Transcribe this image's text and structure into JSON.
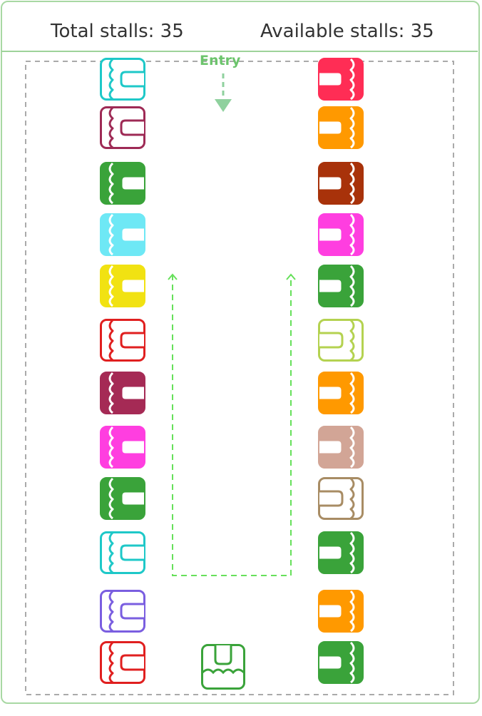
{
  "header": {
    "total_stalls_text": "Total stalls: 35",
    "available_stalls_text": "Available stalls: 35"
  },
  "map": {
    "entry_label": "Entry",
    "colors": {
      "boundary": "#aaaaaa",
      "walk_path": "#66e05a",
      "entry_arrow": "#8fd19e",
      "frame": "#a8d8a3"
    }
  },
  "stalls": {
    "left": [
      {
        "color": "#1ec8c8",
        "filled": false
      },
      {
        "color": "#9e2a55",
        "filled": false
      },
      {
        "color": "#3aa33a",
        "filled": true
      },
      {
        "color": "#6ee8f5",
        "filled": true
      },
      {
        "color": "#f1e212",
        "filled": true
      },
      {
        "color": "#e01f1f",
        "filled": false
      },
      {
        "color": "#a52a55",
        "filled": true
      },
      {
        "color": "#ff3ee0",
        "filled": true
      },
      {
        "color": "#3aa33a",
        "filled": true
      },
      {
        "color": "#1ec8c8",
        "filled": false
      },
      {
        "color": "#7a5ee0",
        "filled": false
      },
      {
        "color": "#e01f1f",
        "filled": false
      }
    ],
    "right": [
      {
        "color": "#ff2d55",
        "filled": true
      },
      {
        "color": "#ff9900",
        "filled": true
      },
      {
        "color": "#a8320a",
        "filled": true
      },
      {
        "color": "#ff3ee0",
        "filled": true
      },
      {
        "color": "#3aa33a",
        "filled": true
      },
      {
        "color": "#b4d250",
        "filled": false
      },
      {
        "color": "#ff9900",
        "filled": true
      },
      {
        "color": "#d2a596",
        "filled": true
      },
      {
        "color": "#a88c64",
        "filled": false
      },
      {
        "color": "#3aa33a",
        "filled": true
      },
      {
        "color": "#ff9900",
        "filled": true
      },
      {
        "color": "#3aa33a",
        "filled": true
      }
    ],
    "bottom": {
      "color": "#3aa33a",
      "filled": false
    }
  }
}
